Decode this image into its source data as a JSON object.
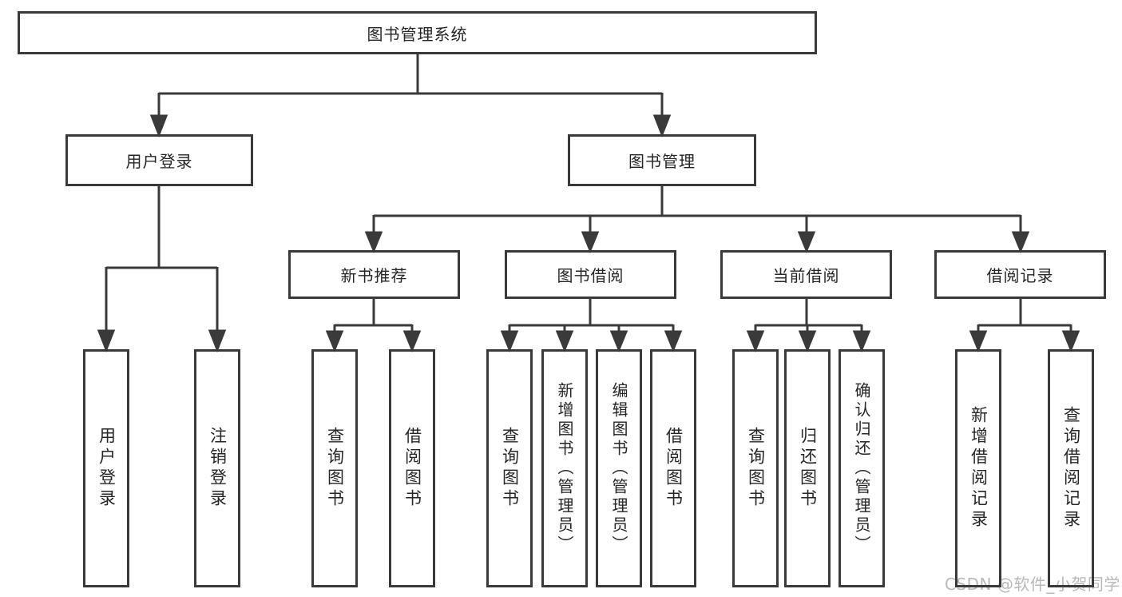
{
  "diagram": {
    "title": "图书管理系统",
    "level2": {
      "user_login": "用户登录",
      "book_management": "图书管理"
    },
    "level3": {
      "new_book_recommend": "新书推荐",
      "book_borrow": "图书借阅",
      "current_borrow": "当前借阅",
      "borrow_records": "借阅记录"
    },
    "leaves": {
      "user_login": [
        "用户登录",
        "注销登录"
      ],
      "new_book_recommend": [
        "查询图书",
        "借阅图书"
      ],
      "book_borrow": [
        "查询图书",
        "新增图书（管理员）",
        "编辑图书（管理员）",
        "借阅图书"
      ],
      "current_borrow": [
        "查询图书",
        "归还图书",
        "确认归还（管理员）"
      ],
      "borrow_records": [
        "新增借阅记录",
        "查询借阅记录"
      ]
    }
  },
  "watermark": "CSDN @软件_小贺同学",
  "colors": {
    "line": "#3a3a3a",
    "text": "#262626",
    "watermark": "#b9b9b9",
    "background": "#ffffff"
  }
}
